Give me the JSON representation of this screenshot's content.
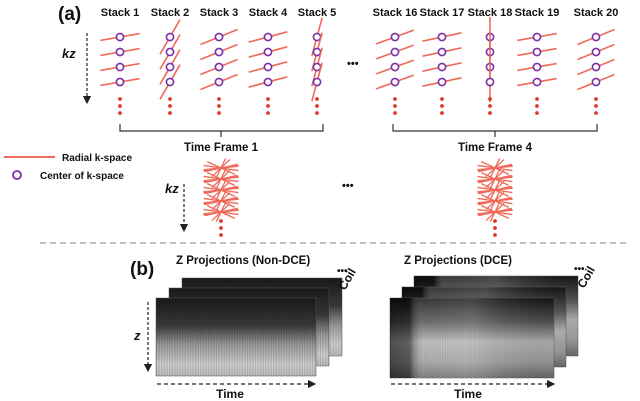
{
  "panel_a": {
    "label": "(a)",
    "stacks_left": [
      "Stack 1",
      "Stack 2",
      "Stack 3",
      "Stack 4",
      "Stack 5"
    ],
    "stacks_right": [
      "Stack 16",
      "Stack 17",
      "Stack 18",
      "Stack 19",
      "Stack 20"
    ],
    "ellipsis": "•••",
    "kz_label": "kz",
    "time_frame_1": "Time Frame 1",
    "time_frame_4": "Time Frame 4",
    "legend": {
      "radial": "Radial k-space",
      "center": "Center of k-space"
    }
  },
  "panel_b": {
    "label": "(b)",
    "left_title": "Z Projections (Non-DCE)",
    "right_title": "Z Projections (DCE)",
    "coil_label": "Coil",
    "z_label": "z",
    "time_label": "Time"
  },
  "colors": {
    "radial": "#ef6a5a",
    "center": "#7a2fa8",
    "dots": "#e03a2a",
    "divider": "#999999"
  }
}
